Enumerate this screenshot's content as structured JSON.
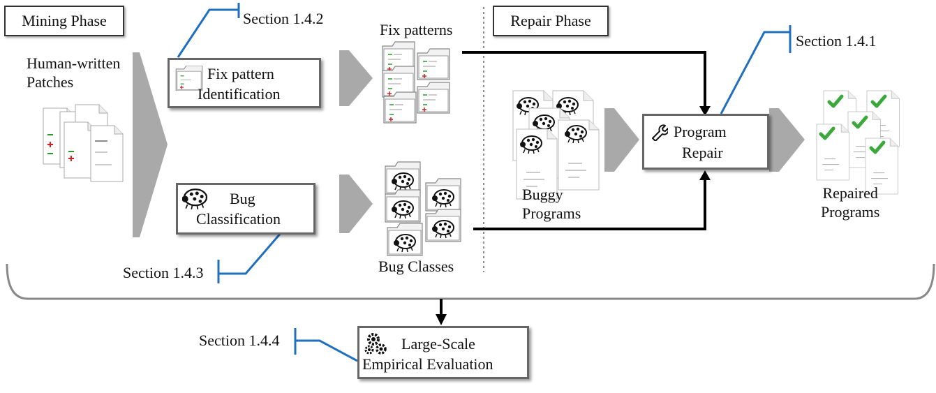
{
  "phases": {
    "mining": "Mining Phase",
    "repair": "Repair Phase"
  },
  "inputs": {
    "patches_line1": "Human-written",
    "patches_line2": "Patches"
  },
  "steps": {
    "fix_identification_line1": "Fix pattern",
    "fix_identification_line2": "Identification",
    "bug_classification_line1": "Bug",
    "bug_classification_line2": "Classification",
    "program_repair_line1": "Program",
    "program_repair_line2": "Repair",
    "evaluation_line1": "Large-Scale",
    "evaluation_line2": "Empirical Evaluation"
  },
  "artifacts": {
    "fix_patterns": "Fix patterns",
    "bug_classes": "Bug Classes",
    "buggy_line1": "Buggy",
    "buggy_line2": "Programs",
    "repaired_line1": "Repaired",
    "repaired_line2": "Programs"
  },
  "sections": {
    "s142": "Section 1.4.2",
    "s141": "Section 1.4.1",
    "s143": "Section 1.4.3",
    "s144": "Section 1.4.4"
  },
  "icons": {
    "fix_identification": "folder-icon",
    "bug_classification": "ladybug-icon",
    "program_repair": "wrench-icon",
    "evaluation": "gears-icon",
    "patches": "patch-document-icon",
    "buggy": "bug-document-icon",
    "repaired": "checked-document-icon"
  },
  "colors": {
    "reference_line": "#1f6fbf",
    "flow_arrow": "#a9a9a9",
    "connector": "#000000",
    "check": "#3aa83a",
    "plus": "#d42020",
    "minus": "#2a9a2a"
  }
}
